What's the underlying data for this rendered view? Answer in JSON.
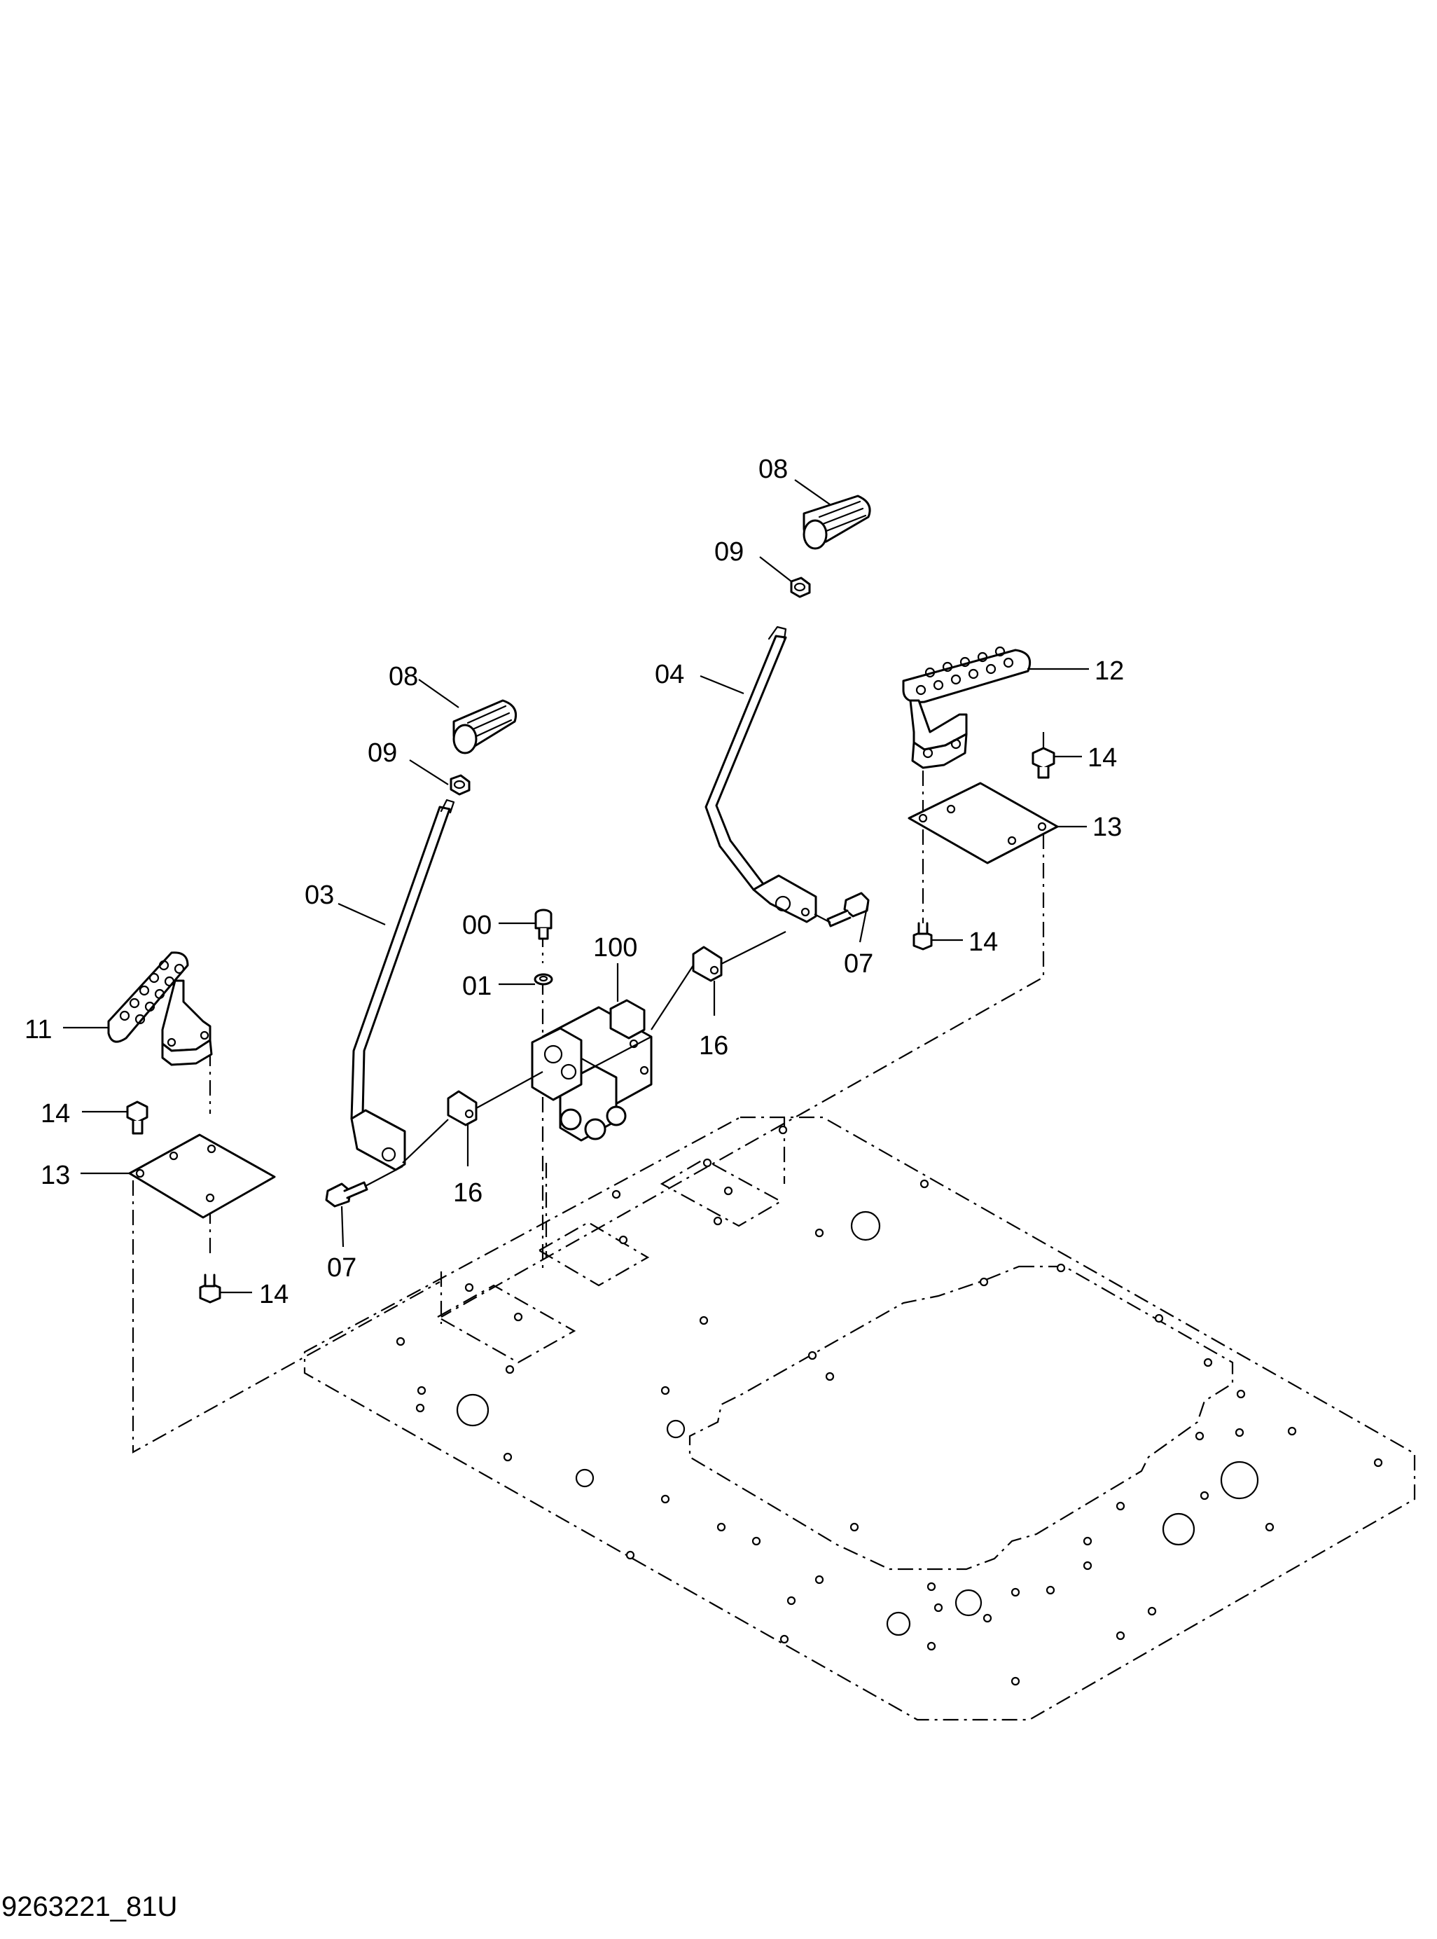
{
  "drawing_number": "9263221_81U",
  "callouts": [
    {
      "id": "c-08-right",
      "text": "08"
    },
    {
      "id": "c-09-right",
      "text": "09"
    },
    {
      "id": "c-04",
      "text": "04"
    },
    {
      "id": "c-12",
      "text": "12"
    },
    {
      "id": "c-14-a",
      "text": "14"
    },
    {
      "id": "c-13-right",
      "text": "13"
    },
    {
      "id": "c-07-right",
      "text": "07"
    },
    {
      "id": "c-14-b",
      "text": "14"
    },
    {
      "id": "c-08-left",
      "text": "08"
    },
    {
      "id": "c-09-left",
      "text": "09"
    },
    {
      "id": "c-03",
      "text": "03"
    },
    {
      "id": "c-00",
      "text": "00"
    },
    {
      "id": "c-100",
      "text": "100"
    },
    {
      "id": "c-01",
      "text": "01"
    },
    {
      "id": "c-16-right",
      "text": "16"
    },
    {
      "id": "c-11",
      "text": "11"
    },
    {
      "id": "c-14-c",
      "text": "14"
    },
    {
      "id": "c-13-left",
      "text": "13"
    },
    {
      "id": "c-16-left",
      "text": "16"
    },
    {
      "id": "c-07-left",
      "text": "07"
    },
    {
      "id": "c-14-d",
      "text": "14"
    }
  ]
}
